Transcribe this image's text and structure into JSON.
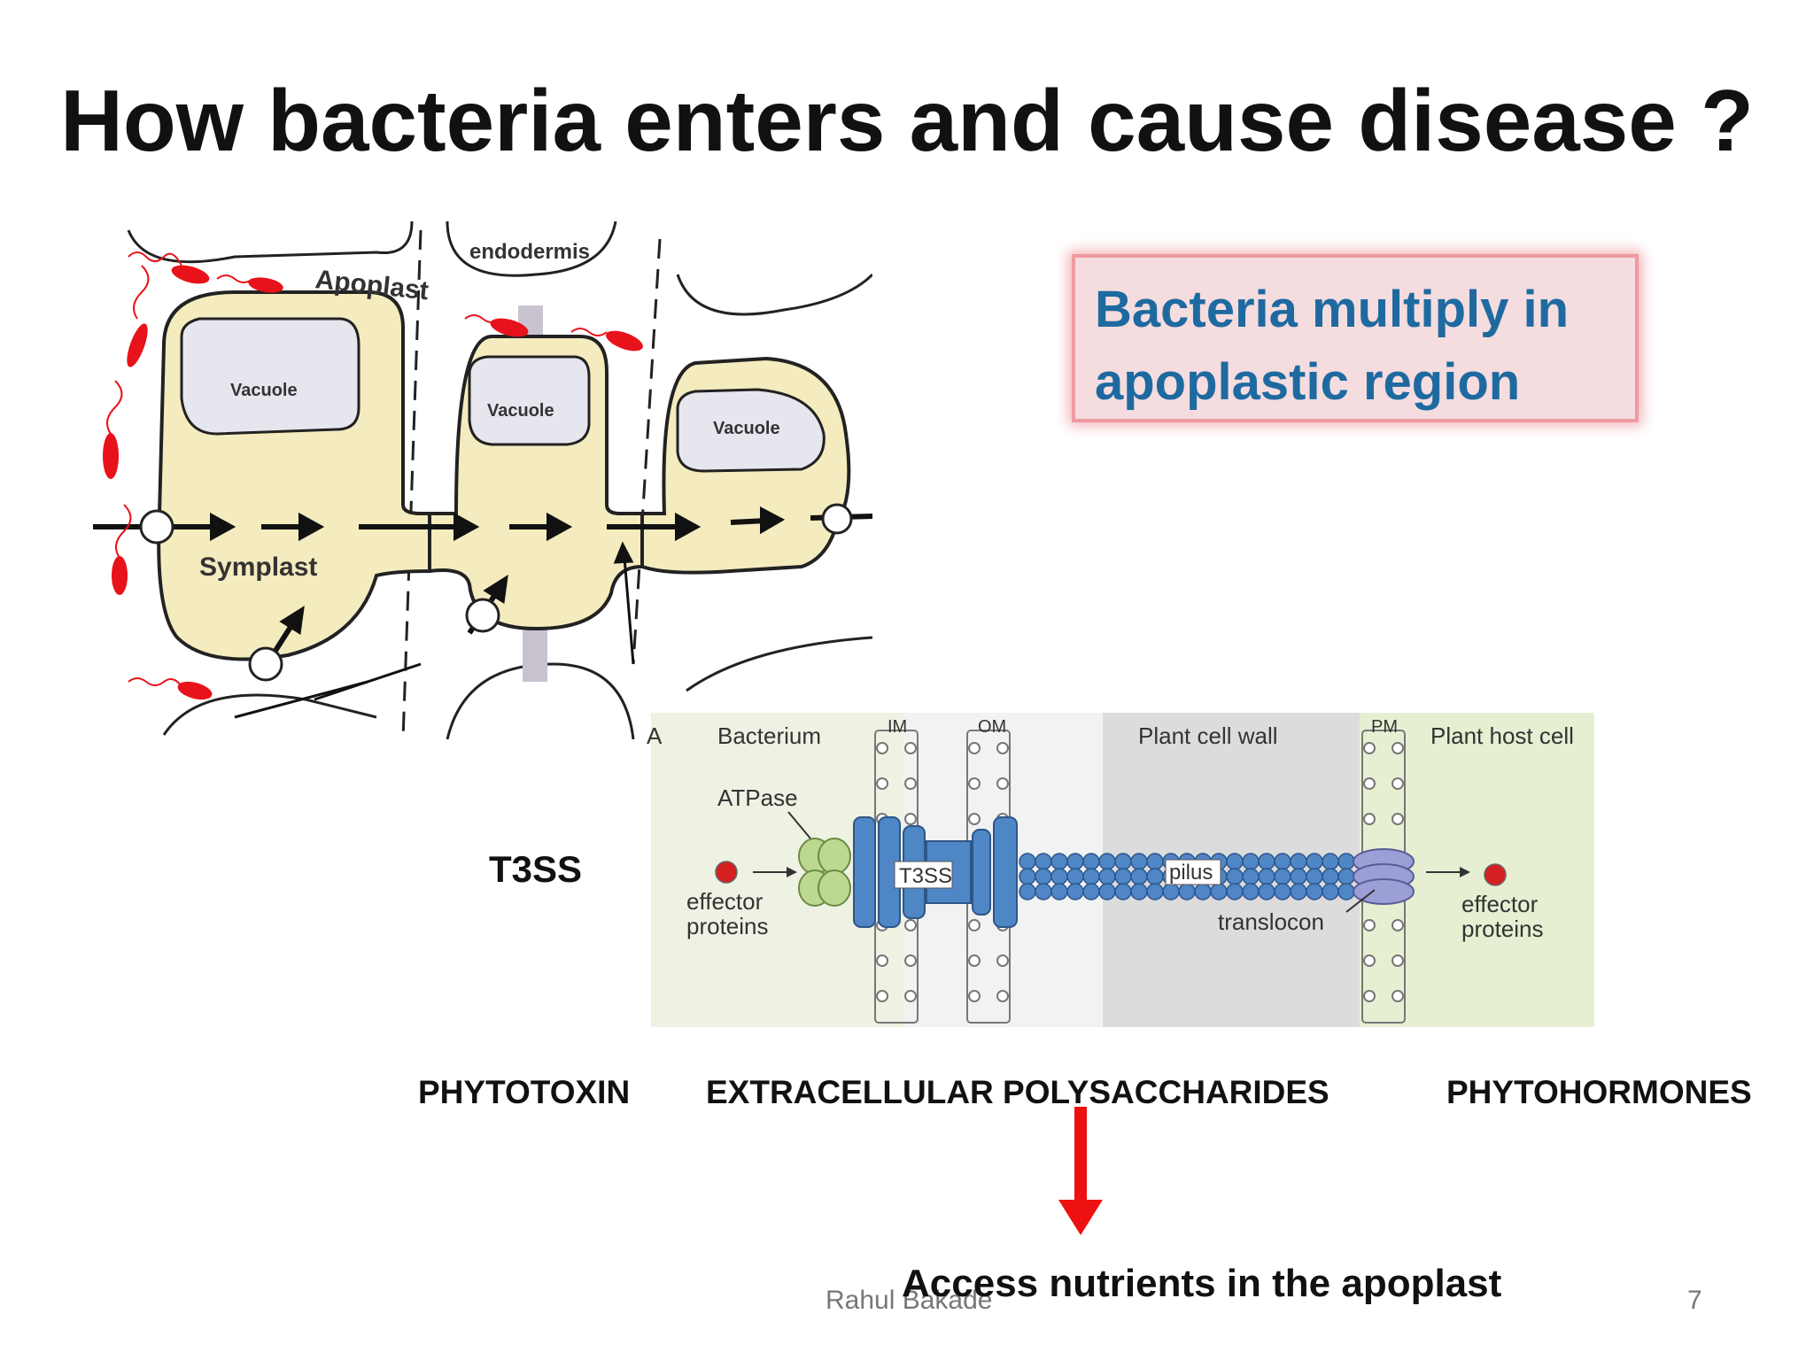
{
  "slide": {
    "title": "How bacteria enters and  cause disease ?",
    "callout": "Bacteria multiply in apoplastic region",
    "t3ss_label": "T3SS",
    "labels": {
      "phytotoxin": "PHYTOTOXIN",
      "eps": "EXTRACELLULAR POLYSACCHARIDES",
      "phytohormones": "PHYTOHORMONES"
    },
    "conclusion": "Access nutrients in the apoplast",
    "author": "Rahul Bakade",
    "page_number": "7"
  },
  "root_diagram": {
    "endodermis": "endodermis",
    "apoplast": "Apoplast",
    "symplast": "Symplast",
    "vacuole_1": "Vacuole",
    "vacuole_2": "Vacuole",
    "vacuole_3": "Vacuole"
  },
  "t3ss_diagram": {
    "panel": "A",
    "bacterium": "Bacterium",
    "im": "IM",
    "om": "OM",
    "plant_cell_wall": "Plant cell wall",
    "pm": "PM",
    "plant_host_cell": "Plant host cell",
    "atpase": "ATPase",
    "t3ss": "T3SS",
    "pilus": "pilus",
    "translocon": "translocon",
    "effector_left_1": "effector",
    "effector_left_2": "proteins",
    "effector_right_1": "effector",
    "effector_right_2": "proteins"
  },
  "colors": {
    "callout_text": "#1e6aa0",
    "bacteria": "#e8121a",
    "cell_fill": "#f4ecbf",
    "t3ss_blue": "#4f86c6",
    "atpase_green": "#bcd98f",
    "arrow_red": "#ee1111"
  }
}
